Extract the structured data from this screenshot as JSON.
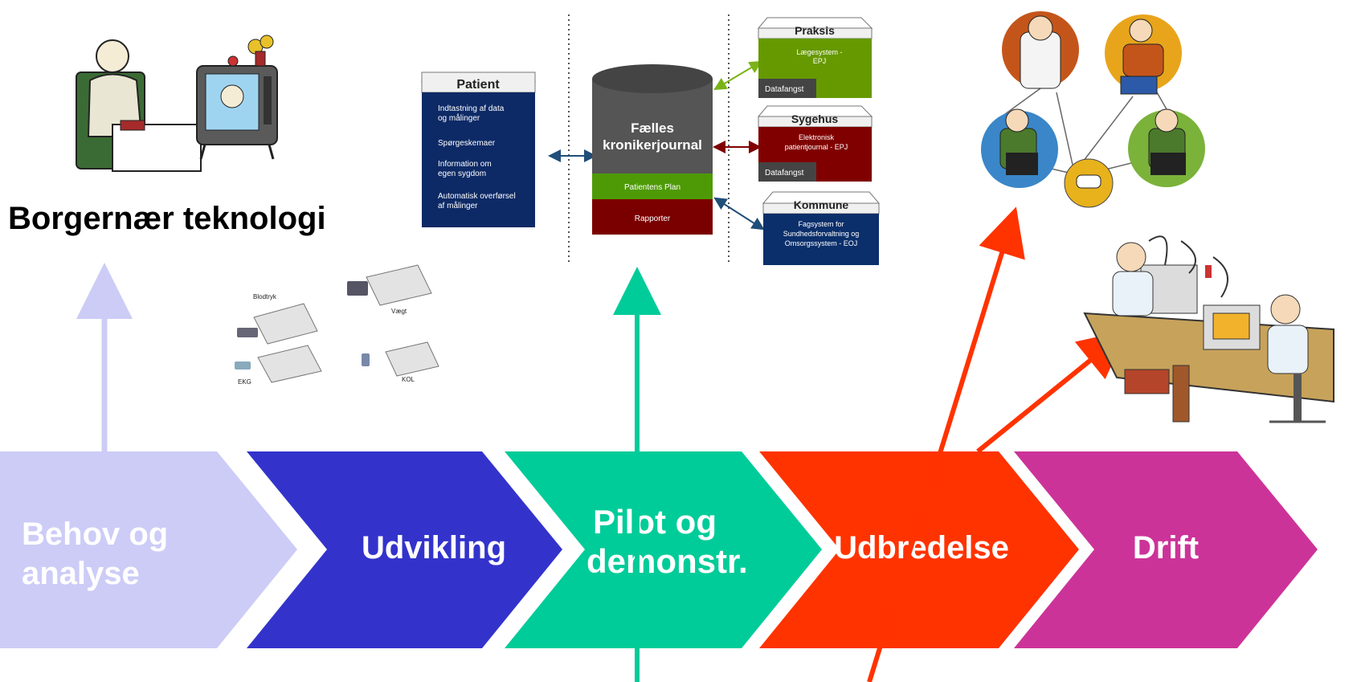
{
  "headline": "Borgernær teknologi",
  "process_steps": [
    {
      "label_lines": [
        "Behov og",
        "analyse"
      ],
      "color": "#ccccf7"
    },
    {
      "label_lines": [
        "Udvikling"
      ],
      "color": "#3333cc"
    },
    {
      "label_lines": [
        "Pilot og",
        "demonstr."
      ],
      "color": "#00cc99"
    },
    {
      "label_lines": [
        "Udbredelse"
      ],
      "color": "#ff3300"
    },
    {
      "label_lines": [
        "Drift"
      ],
      "color": "#cc3399"
    }
  ],
  "patient_box": {
    "title": "Patient",
    "items": [
      [
        "Indtastning af data",
        "og målinger"
      ],
      [
        "Spørgeskemaer"
      ],
      [
        "Information om",
        "egen sygdom"
      ],
      [
        "Automatisk overførsel",
        "af målinger"
      ]
    ]
  },
  "journal": {
    "title_lines": [
      "Fælles",
      "kronikerjournal"
    ],
    "plan": "Patientens Plan",
    "reports": "Rapporter"
  },
  "praksis_box": {
    "title": "Praksis",
    "body_lines": [
      "Lægesystem -",
      "EPJ"
    ],
    "tag": "Datafangst",
    "color": "#669900"
  },
  "sygehus_box": {
    "title": "Sygehus",
    "body_lines": [
      "Elektronisk",
      "patientjournal - EPJ"
    ],
    "tag": "Datafangst",
    "color": "#800000"
  },
  "kommune_box": {
    "title": "Kommune",
    "body_lines": [
      "Fagsystem for",
      "Sundhedsforvaltning og",
      "Omsorgssystem - EOJ"
    ],
    "color": "#0b2f6b"
  },
  "devices": {
    "labels": [
      "Blodtryk",
      "Vægt",
      "EKG",
      "KOL"
    ]
  }
}
